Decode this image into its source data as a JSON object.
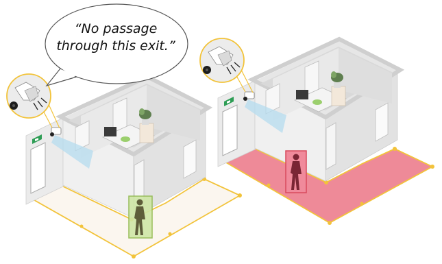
{
  "speech_bubble": {
    "line1": "“No passage",
    "line2": "through this exit.”"
  },
  "colors": {
    "wall": "#e9e9e9",
    "wall_top": "#f6f6f6",
    "wall_dark": "#d5d5d5",
    "zone_outline": "#f2c33a",
    "zone_inactive_fill": "#fbf6ef",
    "zone_active_fill": "#ee8a98",
    "person_allowed": "#a9cf6a",
    "person_denied": "#e86a78",
    "camera_beam": "#b5dcef",
    "exit_sign": "#2e9d55"
  },
  "scenes": [
    {
      "state": "person-outside-zone-allowed",
      "zone_active": false
    },
    {
      "state": "person-inside-zone-alarm",
      "zone_active": true
    }
  ]
}
